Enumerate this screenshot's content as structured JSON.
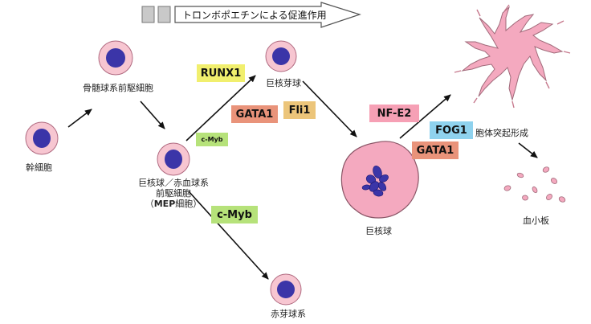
{
  "banner": {
    "text": "トロンボポエチンによる促進作用"
  },
  "cells": {
    "stem": "幹細胞",
    "myeloid_progenitor": "骨髄球系前駆細胞",
    "mep_line1": "巨核球／赤血球系",
    "mep_line2": "前駆細胞",
    "mep_line3_open": "（",
    "mep_line3_bold": "MEP",
    "mep_line3_close": "細胞）",
    "megakaryoblast": "巨核芽球",
    "megakaryocyte": "巨核球",
    "erythroblast": "赤芽球系",
    "proplatelet": "胞体突起形成",
    "platelets": "血小板"
  },
  "factors": {
    "runx1": "RUNX1",
    "gata1_upper": "GATA1",
    "fli1": "Fli1",
    "cmyb_small": "c-Myb",
    "cmyb_large": "c-Myb",
    "nfe2": "NF-E2",
    "fog1": "FOG1",
    "gata1_lower": "GATA1"
  },
  "colors": {
    "cell_fill": "#f7c6d1",
    "nucleus": "#3b35a8",
    "mk_fill": "#f4a9bf",
    "yellow": "#f1ef6e",
    "salmon": "#e9937a",
    "tan": "#ecc57a",
    "green": "#b6e27a",
    "pink": "#f6a0b5",
    "blue": "#8fd2ee"
  }
}
